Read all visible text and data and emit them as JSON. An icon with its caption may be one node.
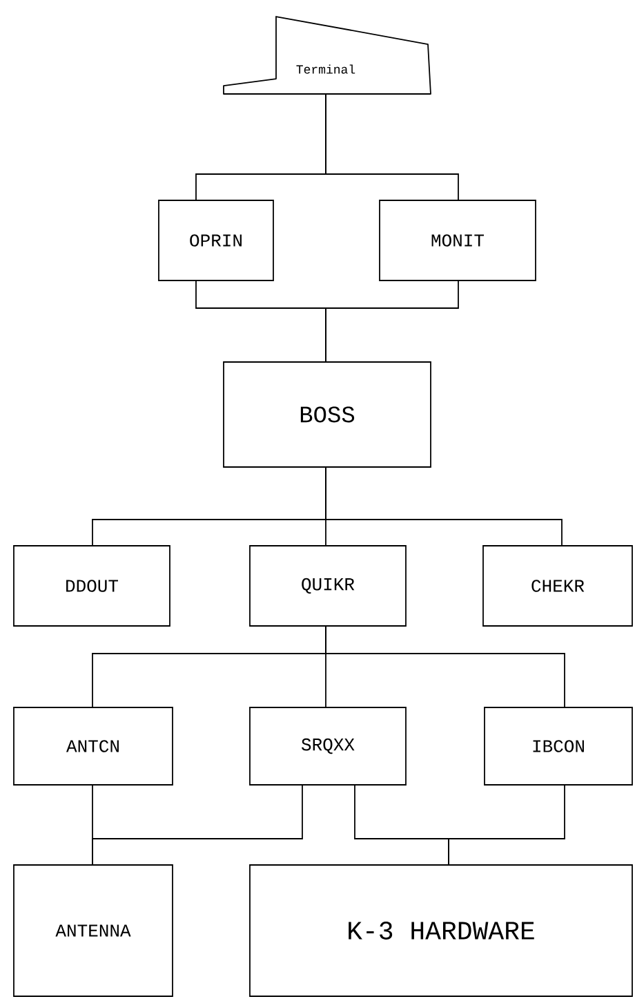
{
  "diagram": {
    "nodes": [
      {
        "text": [
          "Terminal"
        ]
      },
      {
        "text": [
          "OPRIN"
        ]
      },
      {
        "text": [
          "MONIT"
        ]
      },
      {
        "text": [
          "BOSS"
        ]
      },
      {
        "text": [
          "DDOUT"
        ]
      },
      {
        "text": [
          "QUIKR"
        ]
      },
      {
        "text": [
          "CHEKR"
        ]
      },
      {
        "text": [
          "ANTCN"
        ]
      },
      {
        "text": [
          "SRQXX"
        ]
      },
      {
        "text": [
          "IBCON"
        ]
      },
      {
        "text": [
          "ANTENNA"
        ]
      },
      {
        "text": [
          "K-3 HARDWARE"
        ]
      }
    ],
    "edges": [
      {
        "from": 0,
        "to": 1,
        "arrow": "none"
      },
      {
        "from": 0,
        "to": 2,
        "arrow": "none"
      },
      {
        "from": 1,
        "to": 3,
        "arrow": "none"
      },
      {
        "from": 2,
        "to": 3,
        "arrow": "none"
      },
      {
        "from": 3,
        "to": 4,
        "arrow": "none"
      },
      {
        "from": 3,
        "to": 5,
        "arrow": "none"
      },
      {
        "from": 3,
        "to": 6,
        "arrow": "none"
      },
      {
        "from": 5,
        "to": 7,
        "arrow": "none"
      },
      {
        "from": 5,
        "to": 8,
        "arrow": "none"
      },
      {
        "from": 5,
        "to": 9,
        "arrow": "none"
      },
      {
        "from": 7,
        "to": 10,
        "arrow": "none"
      },
      {
        "from": 8,
        "to": 10,
        "arrow": "none"
      },
      {
        "from": 8,
        "to": 11,
        "arrow": "none"
      },
      {
        "from": 9,
        "to": 11,
        "arrow": "none"
      }
    ]
  }
}
